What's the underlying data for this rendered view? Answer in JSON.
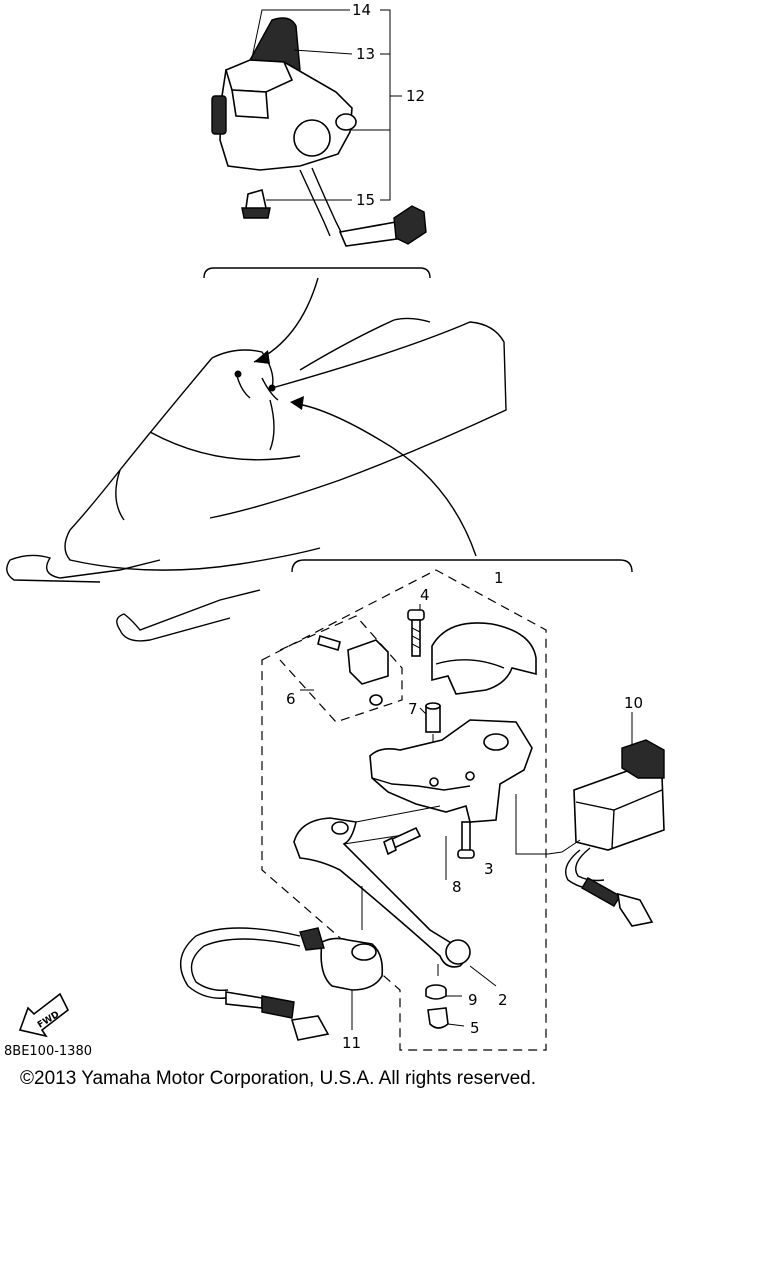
{
  "callouts": {
    "c1": "1",
    "c2": "2",
    "c3": "3",
    "c4": "4",
    "c5": "5",
    "c6": "6",
    "c7": "7",
    "c8": "8",
    "c9": "9",
    "c10": "10",
    "c11": "11",
    "c12": "12",
    "c13": "13",
    "c14": "14",
    "c15": "15"
  },
  "fwd_label": "FWD",
  "part_code": "8BE100-1380",
  "copyright": "©2013 Yamaha Motor Corporation, U.S.A. All rights reserved."
}
